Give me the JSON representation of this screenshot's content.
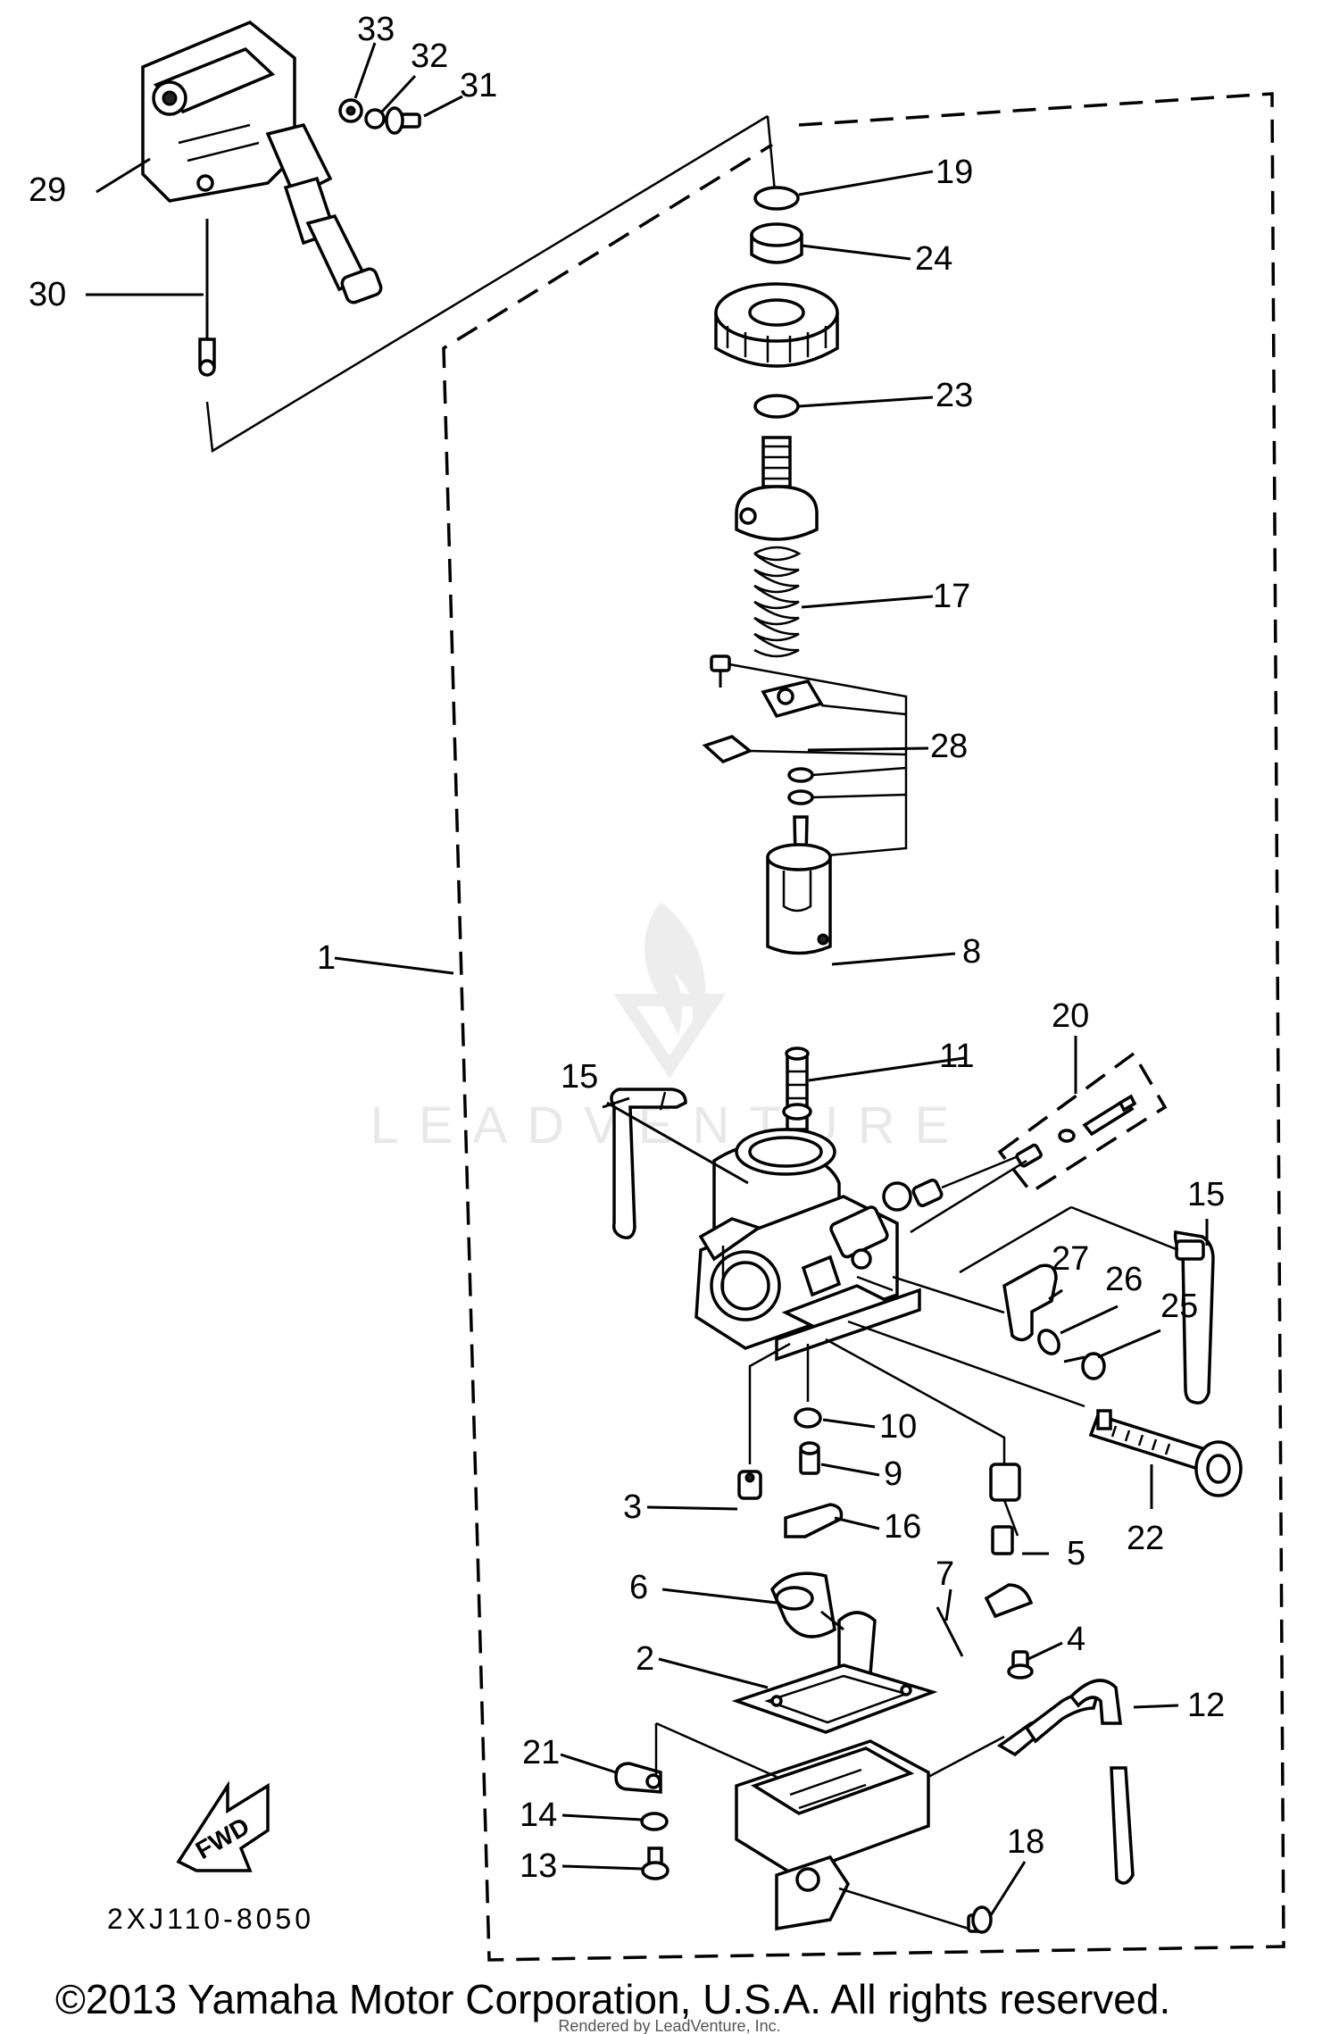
{
  "diagram": {
    "callouts": {
      "c1": "1",
      "c2": "2",
      "c3": "3",
      "c4": "4",
      "c5": "5",
      "c6": "6",
      "c7": "7",
      "c8": "8",
      "c9": "9",
      "c10": "10",
      "c11": "11",
      "c12": "12",
      "c13": "13",
      "c14": "14",
      "c15a": "15",
      "c15b": "15",
      "c16": "16",
      "c17": "17",
      "c18": "18",
      "c19": "19",
      "c20": "20",
      "c21": "21",
      "c22": "22",
      "c23": "23",
      "c24": "24",
      "c25": "25",
      "c26": "26",
      "c27": "27",
      "c28": "28",
      "c29": "29",
      "c30": "30",
      "c31": "31",
      "c32": "32",
      "c33": "33"
    },
    "fwd_label": "FWD",
    "diagram_code": "2XJ110-8050",
    "watermark": "LEADVENTURE",
    "copyright": "©2013 Yamaha Motor Corporation, U.S.A. All rights reserved.",
    "rendered_by": "Rendered by LeadVenture, Inc."
  }
}
